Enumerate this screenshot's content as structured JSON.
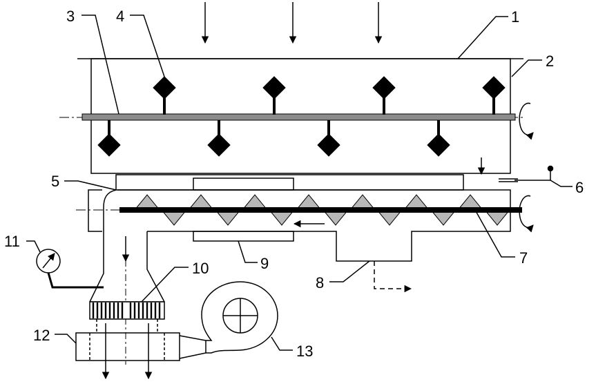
{
  "labels": {
    "l1": "1",
    "l2": "2",
    "l3": "3",
    "l4": "4",
    "l5": "5",
    "l6": "6",
    "l7": "7",
    "l8": "8",
    "l9": "9",
    "l10": "10",
    "l11": "11",
    "l12": "12",
    "l13": "13"
  },
  "colors": {
    "line": "#000000",
    "shaft_upper": "#8c8c8c",
    "screw_flight": "#b8b8b8",
    "background": "#ffffff"
  }
}
